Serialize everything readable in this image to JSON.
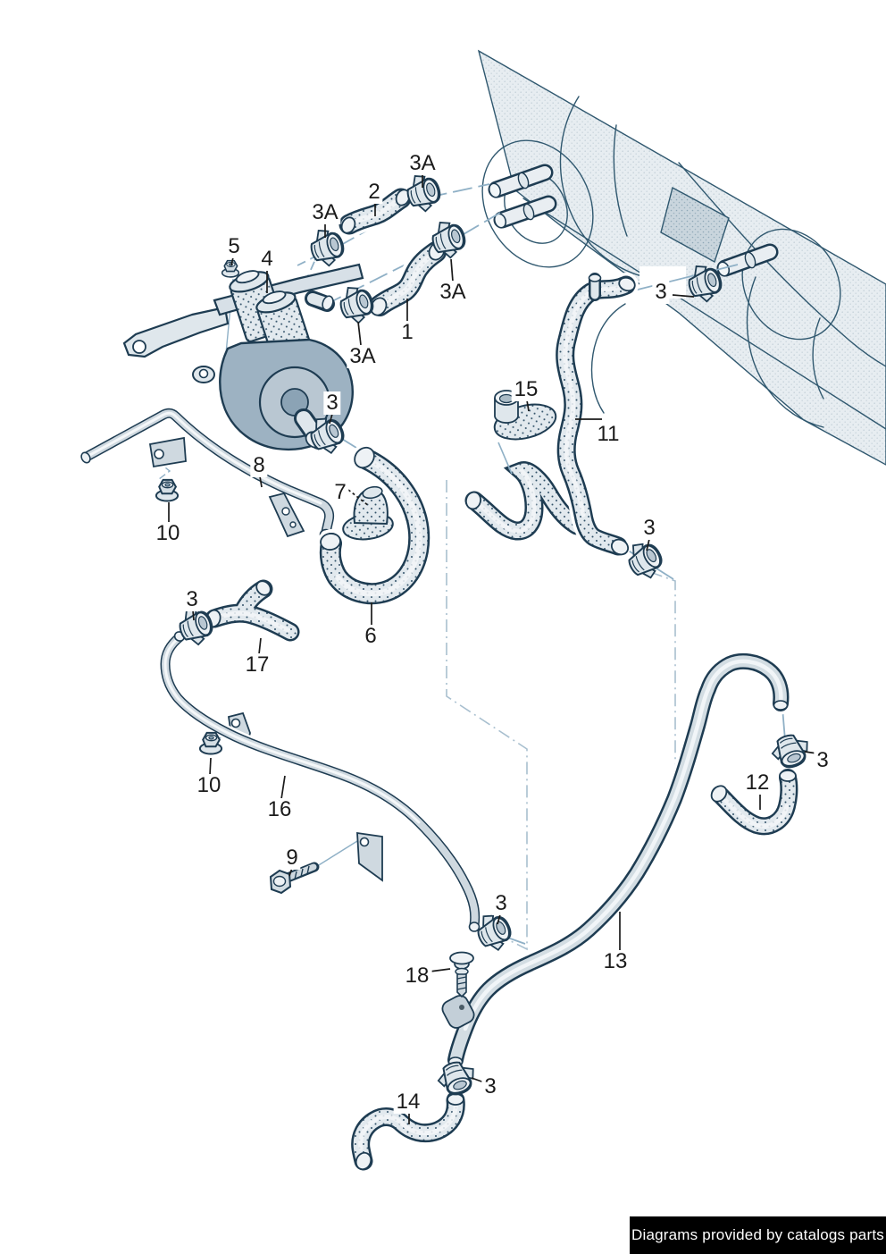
{
  "figure": {
    "kind": "exploded-parts-diagram",
    "colors": {
      "background": "#ffffff",
      "line_art": "#1e3c52",
      "panel_fill": "#e7edf1",
      "part_fill": "#e2e9ee",
      "part_shade": "#9db2c2",
      "explosion_axis": "#8fb0c6",
      "boundary_dashdot": "#a8bfcf",
      "label_text": "#1b1b1b"
    },
    "callouts": [
      {
        "id": "3A-1",
        "text": "3A",
        "points_to": "hose-clamp"
      },
      {
        "id": "2",
        "text": "2",
        "points_to": "hose"
      },
      {
        "id": "3A-2",
        "text": "3A",
        "points_to": "hose-clamp"
      },
      {
        "id": "5",
        "text": "5",
        "points_to": "flange-nut"
      },
      {
        "id": "4",
        "text": "4",
        "points_to": "valve-assembly"
      },
      {
        "id": "3A-3",
        "text": "3A",
        "points_to": "hose-clamp"
      },
      {
        "id": "1",
        "text": "1",
        "points_to": "hose"
      },
      {
        "id": "3A-4",
        "text": "3A",
        "points_to": "hose-clamp"
      },
      {
        "id": "3-1",
        "text": "3",
        "points_to": "hose-clamp"
      },
      {
        "id": "15",
        "text": "15",
        "points_to": "grommet"
      },
      {
        "id": "11",
        "text": "11",
        "points_to": "hose"
      },
      {
        "id": "3-2",
        "text": "3",
        "points_to": "hose-clamp"
      },
      {
        "id": "8",
        "text": "8",
        "points_to": "coolant-pipe"
      },
      {
        "id": "7",
        "text": "7",
        "points_to": "grommet"
      },
      {
        "id": "10-1",
        "text": "10",
        "points_to": "flange-nut"
      },
      {
        "id": "3-3",
        "text": "3",
        "points_to": "hose-clamp"
      },
      {
        "id": "6",
        "text": "6",
        "points_to": "hose"
      },
      {
        "id": "17",
        "text": "17",
        "points_to": "y-hose"
      },
      {
        "id": "3-4",
        "text": "3",
        "points_to": "hose-clamp"
      },
      {
        "id": "10-2",
        "text": "10",
        "points_to": "flange-nut"
      },
      {
        "id": "16",
        "text": "16",
        "points_to": "coolant-pipe"
      },
      {
        "id": "9",
        "text": "9",
        "points_to": "bolt"
      },
      {
        "id": "3-5",
        "text": "3",
        "points_to": "hose-clamp"
      },
      {
        "id": "18",
        "text": "18",
        "points_to": "push-pin-retainer"
      },
      {
        "id": "13",
        "text": "13",
        "points_to": "hose"
      },
      {
        "id": "12",
        "text": "12",
        "points_to": "hose"
      },
      {
        "id": "3-6",
        "text": "3",
        "points_to": "hose-clamp"
      },
      {
        "id": "3-7",
        "text": "3",
        "points_to": "hose-clamp"
      },
      {
        "id": "14",
        "text": "14",
        "points_to": "hose"
      }
    ],
    "watermark": {
      "text": "Diagrams provided by catalogs parts",
      "bg": "#000000",
      "fg": "#ffffff"
    }
  }
}
